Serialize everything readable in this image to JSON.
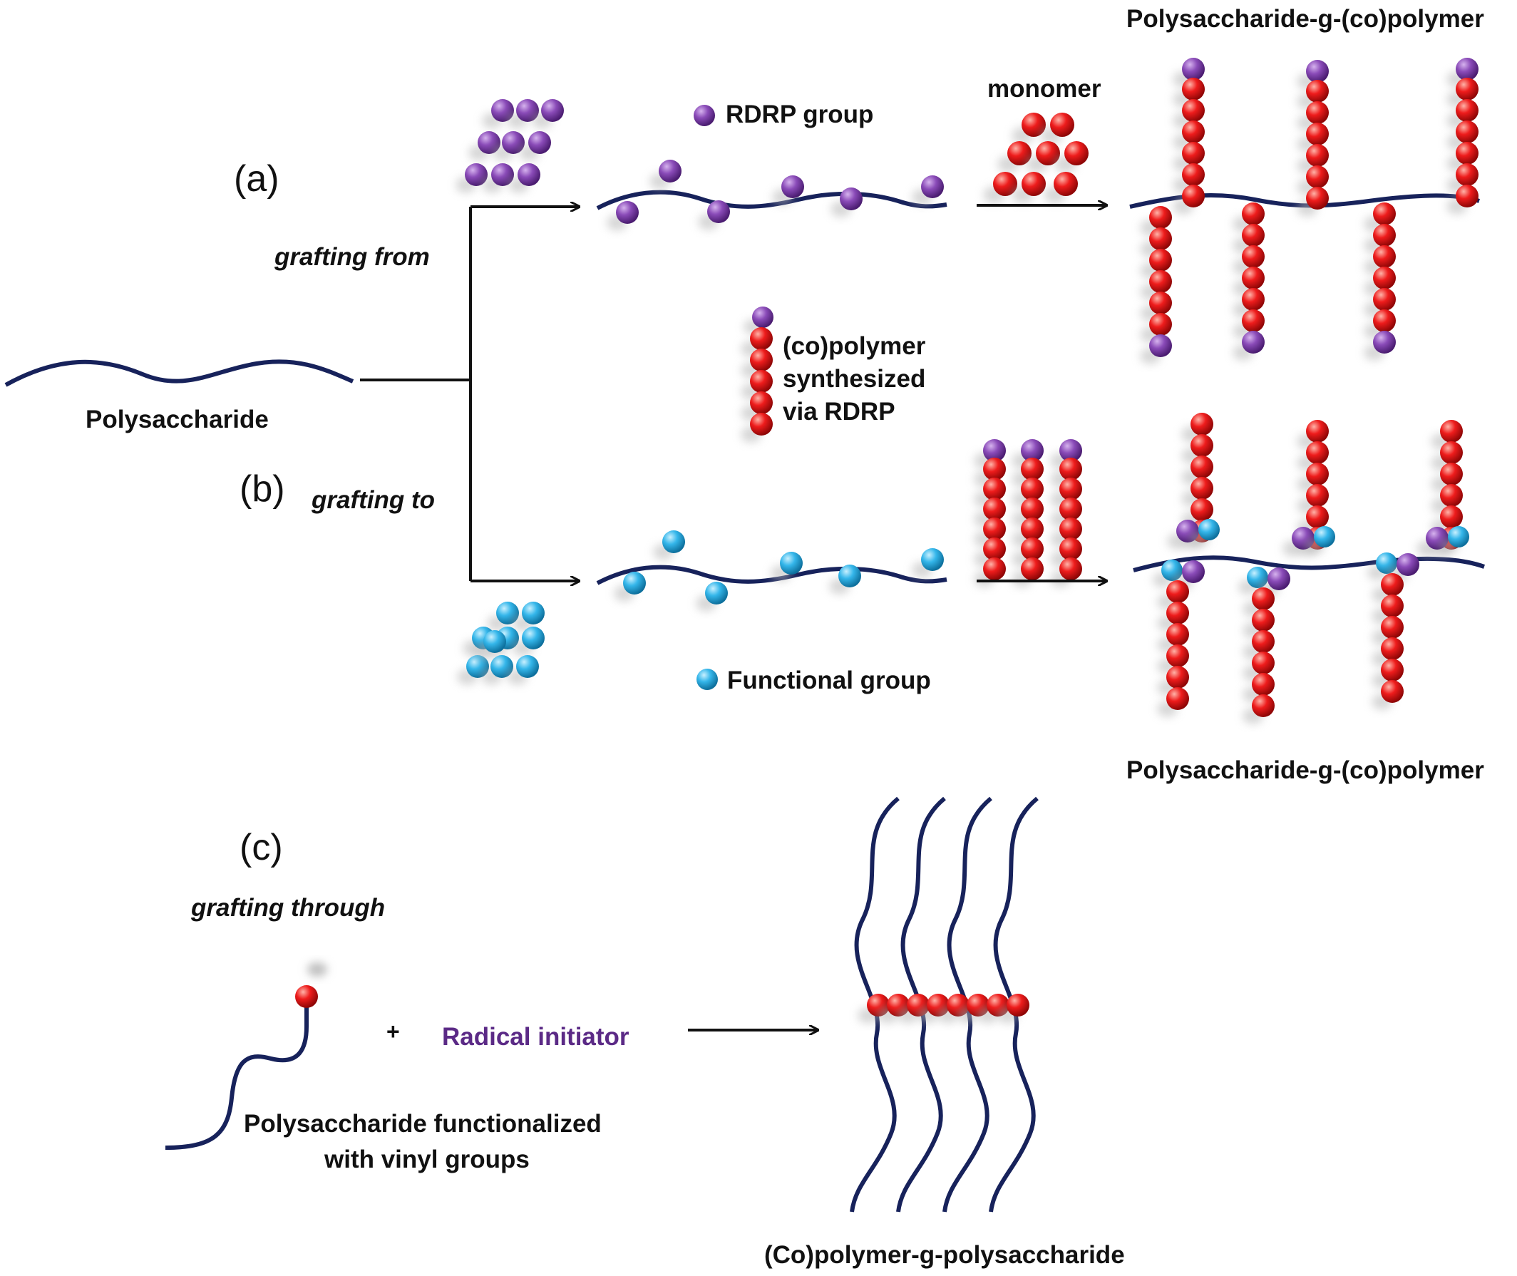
{
  "colors": {
    "backbone": "#17225b",
    "rdrp": "#7a3aa8",
    "functional": "#2cb0e8",
    "monomer": "#e01616",
    "arrow": "#111111",
    "initiator_text": "#5b2a86"
  },
  "icons": {
    "rdrp_group": "purple-sphere",
    "functional_group": "blue-sphere",
    "monomer_unit": "red-sphere"
  },
  "panels": {
    "a": {
      "letter": "(a)",
      "method": "grafting from",
      "legend": "RDRP group",
      "reagent": "monomer",
      "product": "Polysaccharide-g-(co)polymer"
    },
    "b": {
      "letter": "(b)",
      "method": "grafting to",
      "legend": "Functional group",
      "reagent_label": [
        "(co)polymer",
        "synthesized",
        "via RDRP"
      ],
      "product": "Polysaccharide-g-(co)polymer"
    },
    "c": {
      "letter": "(c)",
      "method": "grafting through",
      "plus": "+",
      "initiator": "Radical initiator",
      "reactant_label": [
        "Polysaccharide functionalized",
        "with vinyl groups"
      ],
      "product": "(Co)polymer-g-polysaccharide"
    }
  },
  "start": {
    "label": "Polysaccharide"
  }
}
